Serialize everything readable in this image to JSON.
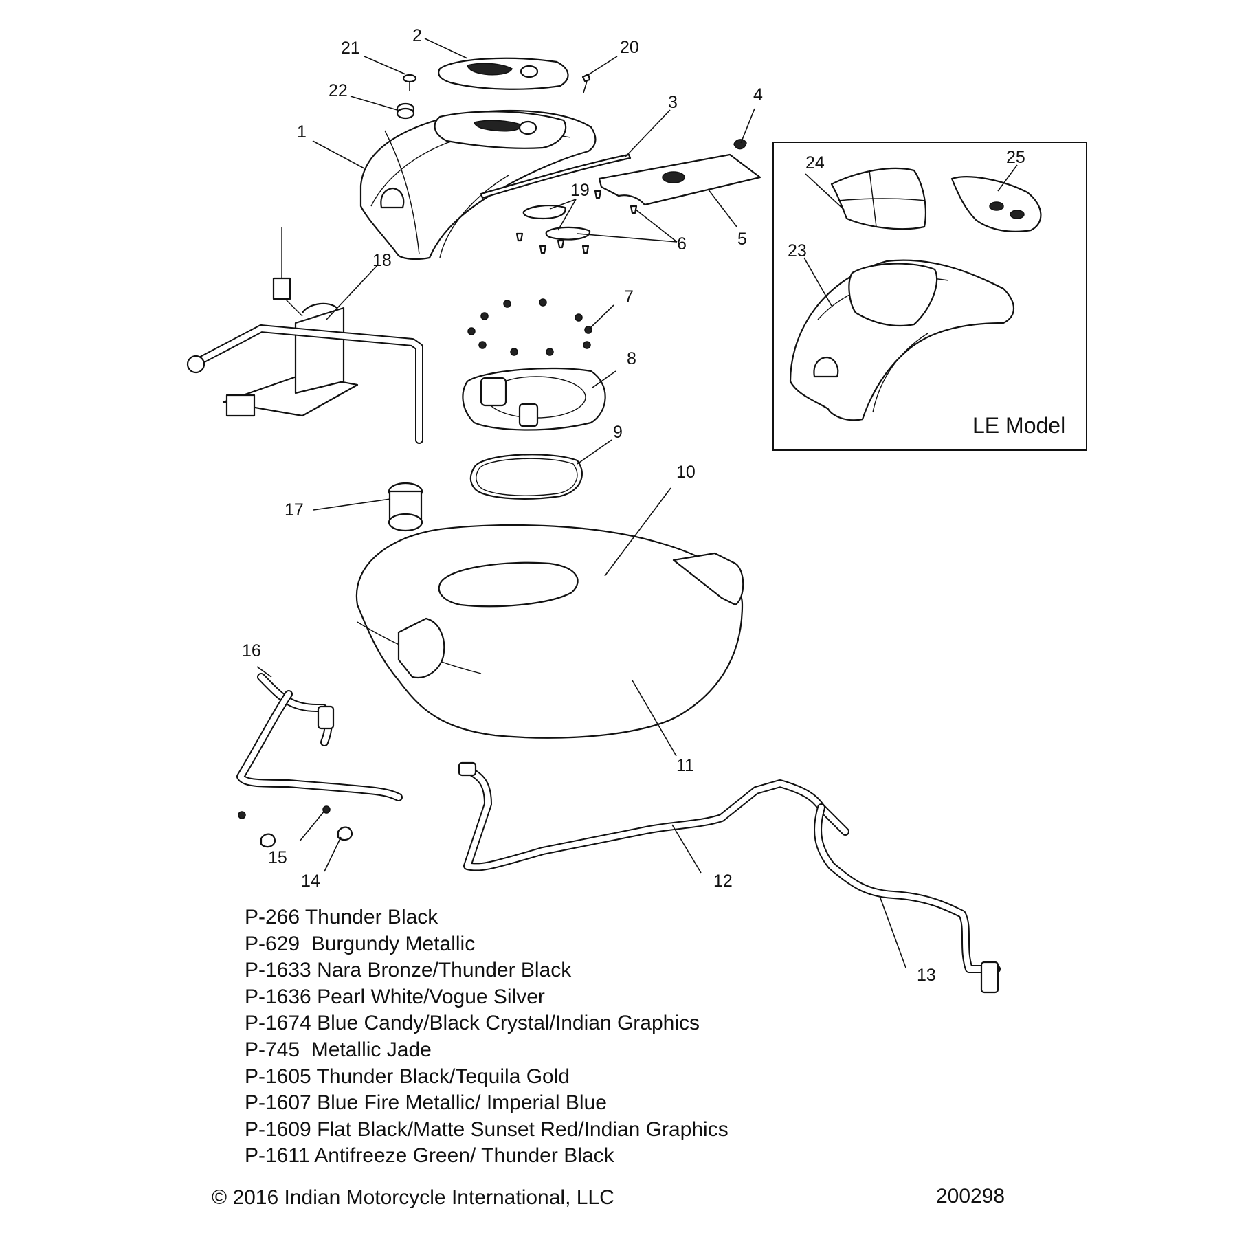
{
  "callouts": [
    "1",
    "2",
    "3",
    "4",
    "5",
    "6",
    "7",
    "8",
    "9",
    "10",
    "11",
    "12",
    "13",
    "14",
    "15",
    "16",
    "17",
    "18",
    "19",
    "20",
    "21",
    "22",
    "23",
    "24",
    "25"
  ],
  "inset": {
    "label": "LE Model"
  },
  "paint_codes": [
    {
      "code": "P-266",
      "name": "Thunder Black"
    },
    {
      "code": "P-629",
      "name": " Burgundy Metallic"
    },
    {
      "code": "P-1633",
      "name": "Nara Bronze/Thunder Black"
    },
    {
      "code": "P-1636",
      "name": "Pearl White/Vogue Silver"
    },
    {
      "code": "P-1674",
      "name": "Blue Candy/Black Crystal/Indian Graphics"
    },
    {
      "code": "P-745",
      "name": " Metallic Jade"
    },
    {
      "code": "P-1605",
      "name": "Thunder Black/Tequila Gold"
    },
    {
      "code": "P-1607",
      "name": "Blue Fire Metallic/ Imperial Blue"
    },
    {
      "code": "P-1609",
      "name": "Flat Black/Matte Sunset Red/Indian Graphics"
    },
    {
      "code": "P-1611",
      "name": "Antifreeze Green/ Thunder Black"
    }
  ],
  "footer": {
    "copyright": "© 2016 Indian Motorcycle International, LLC",
    "diagram_number": "200298"
  }
}
